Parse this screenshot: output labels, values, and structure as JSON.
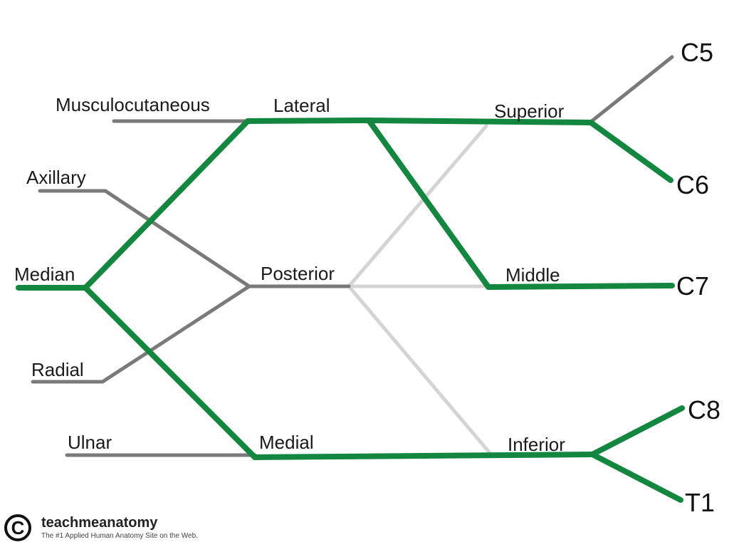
{
  "diagram": {
    "colors": {
      "active": "#13873f",
      "inactive": "#7a7a7a",
      "faint": "#d4d4d4"
    },
    "labels": {
      "musculocutaneous": "Musculocutaneous",
      "axillary": "Axillary",
      "median": "Median",
      "radial": "Radial",
      "ulnar": "Ulnar",
      "lateral": "Lateral",
      "posterior": "Posterior",
      "medial": "Medial",
      "superior": "Superior",
      "middle": "Middle",
      "inferior": "Inferior",
      "c5": "C5",
      "c6": "C6",
      "c7": "C7",
      "c8": "C8",
      "t1": "T1"
    }
  },
  "footer": {
    "logo_glyph": "C",
    "brand": "teachmeanatomy",
    "tagline": "The #1 Applied Human Anatomy Site on the Web."
  }
}
